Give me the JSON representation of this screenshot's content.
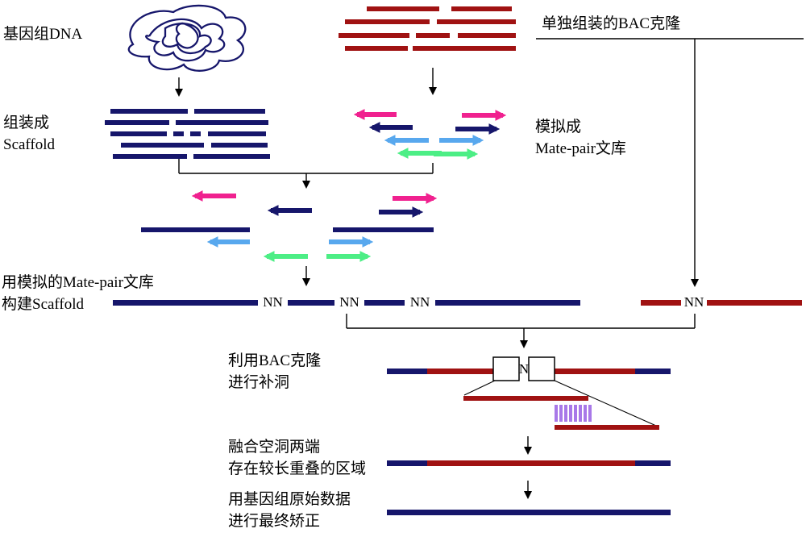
{
  "diagram": {
    "labels": {
      "genomic_dna": "基因组DNA",
      "bac_clone": "单独组装的BAC克隆",
      "assemble_line1": "组装成",
      "assemble_line2": "Scaffold",
      "simulate_line1": "模拟成",
      "simulate_line2": "Mate-pair文库",
      "build_scaffold_line1": "用模拟的Mate-pair文库",
      "build_scaffold_line2": "构建Scaffold",
      "gap_fill_line1": "利用BAC克隆",
      "gap_fill_line2": "进行补洞",
      "merge_line1": "融合空洞两端",
      "merge_line2": "存在较长重叠的区域",
      "final_line1": "用基因组原始数据",
      "final_line2": "进行最终矫正"
    },
    "gap_labels": {
      "nn": "NN",
      "n": "N"
    },
    "colors": {
      "contig_navy": "#16166b",
      "fragment_red": "#a01212",
      "mate_pink": "#f0218f",
      "mate_navy": "#16166b",
      "mate_blue": "#58a8ee",
      "mate_green": "#4cee85",
      "overlap_purple": "#a878e8",
      "line_black": "#000000"
    }
  }
}
